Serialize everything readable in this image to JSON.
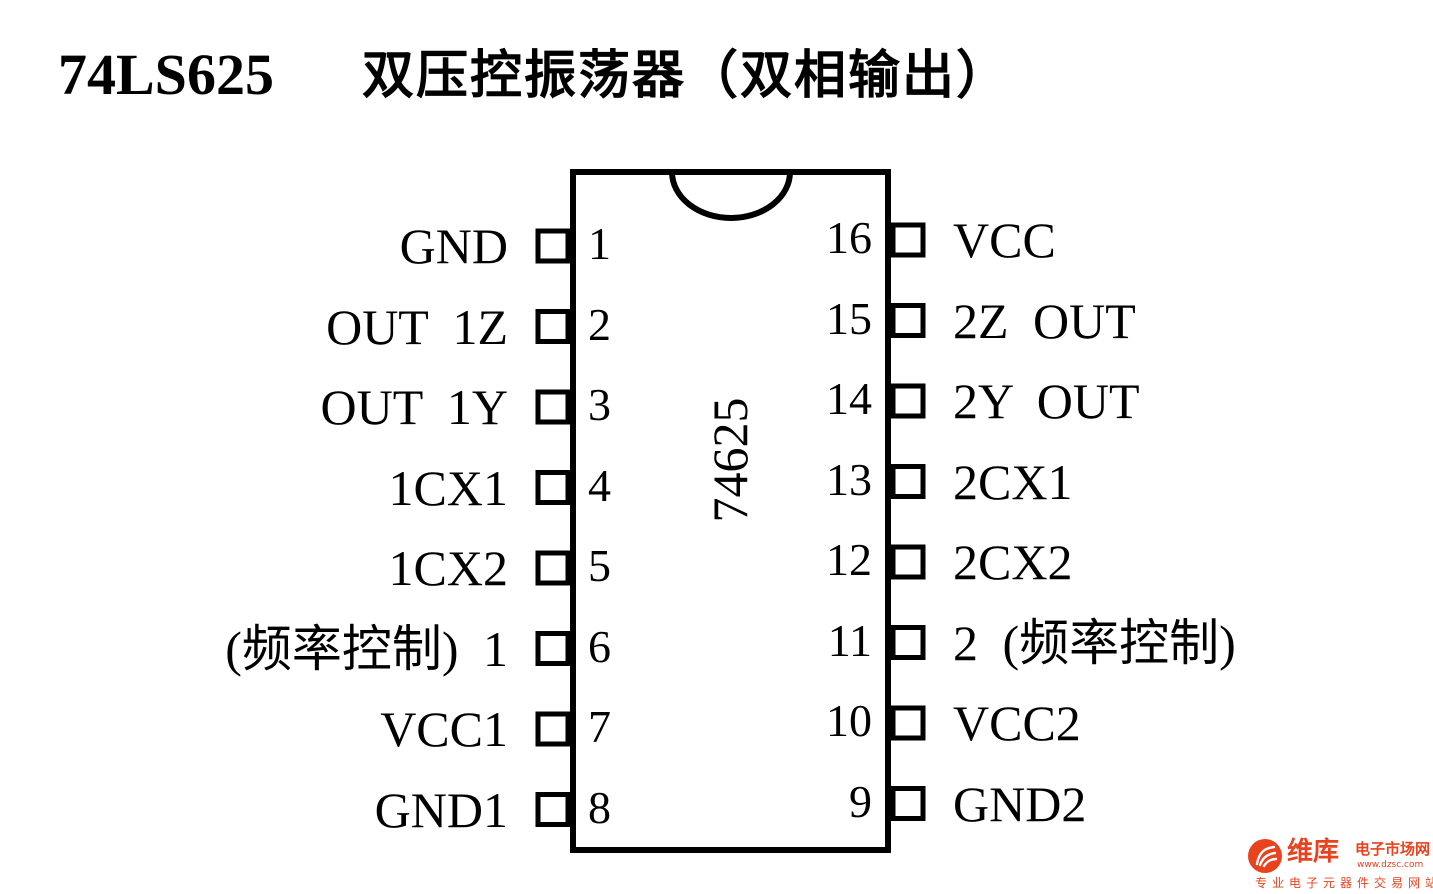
{
  "title": {
    "part_number": "74LS625",
    "description": "双压控振荡器（双相输出）"
  },
  "chip": {
    "label": "74625",
    "pins_left": [
      {
        "number": "1",
        "label": "GND"
      },
      {
        "number": "2",
        "label": "OUT 1Z"
      },
      {
        "number": "3",
        "label": "OUT 1Y"
      },
      {
        "number": "4",
        "label": "1CX1"
      },
      {
        "number": "5",
        "label": "1CX2"
      },
      {
        "number": "6",
        "label": "(频率控制) 1"
      },
      {
        "number": "7",
        "label": "VCC1"
      },
      {
        "number": "8",
        "label": "GND1"
      }
    ],
    "pins_right": [
      {
        "number": "16",
        "label": "VCC"
      },
      {
        "number": "15",
        "label": "2Z OUT"
      },
      {
        "number": "14",
        "label": "2Y OUT"
      },
      {
        "number": "13",
        "label": "2CX1"
      },
      {
        "number": "12",
        "label": "2CX2"
      },
      {
        "number": "11",
        "label": "2 (频率控制)"
      },
      {
        "number": "10",
        "label": "VCC2"
      },
      {
        "number": "9",
        "label": "GND2"
      }
    ]
  },
  "watermark": {
    "brand": "维库",
    "subtitle": "电子市场网",
    "url": "www.dzsc.com",
    "tagline": "专业电子元器件交易网站",
    "color": "#e8431e"
  },
  "colors": {
    "ink": "#000000",
    "background": "#ffffff"
  }
}
